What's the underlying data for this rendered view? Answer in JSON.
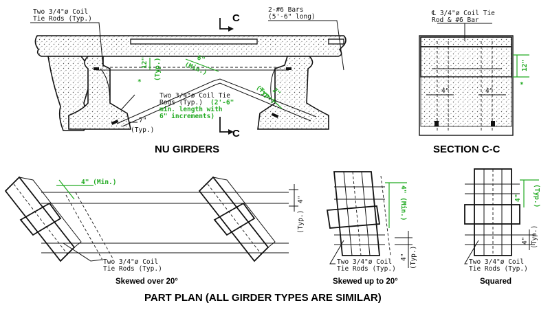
{
  "nu_girders": {
    "title": "NU GIRDERS",
    "note_rods": [
      "Two 3/4\"ø Coil",
      "Tie Rods (Typ.)"
    ],
    "note_bars": [
      "2-#6 Bars",
      "(5'-6\" long)"
    ],
    "note_mid_black": [
      "Two 3/4\"ø Coil Tie",
      "Rods (Typ.)"
    ],
    "note_mid_green": [
      "(2'-6\"",
      "min. length with",
      "6\" increments)"
    ],
    "dim_12": "12\"",
    "dim_typ": "(Typ.)",
    "dim_6": "6\"",
    "dim_min": "(Min.)",
    "dim_2": "2\"",
    "dim_typ2": "(Typ.)",
    "dim_7": "7\"",
    "dim_7_typ": "(Typ.)",
    "asterisk": "*",
    "cut_top": "C",
    "cut_bottom": "C"
  },
  "section_cc": {
    "title": "SECTION C-C",
    "note": [
      "℄ 3/4\"ø Coil Tie",
      "Rod & #6 Bar"
    ],
    "dim_12": "12\"",
    "asterisk": "*",
    "dim_4a": "4\"",
    "dim_4b": "4\""
  },
  "plan_skew20": {
    "subtitle": "Skewed over 20°",
    "dim_4min": "4\" (Min.)",
    "note": [
      "Two 3/4\"ø Coil",
      "Tie Rods (Typ.)"
    ],
    "dim_4": "4\"",
    "dim_typ": "(Typ.)"
  },
  "plan_skewup": {
    "subtitle": "Skewed up to 20°",
    "dim_4min": "4\" (Min.)",
    "note": [
      "Two 3/4\"ø Coil",
      "Tie Rods (Typ.)"
    ],
    "dim_4": "4\"",
    "dim_typ": "(Typ.)"
  },
  "plan_squared": {
    "subtitle": "Squared",
    "dim_4": "4\"",
    "dim_typ": "(Typ.)",
    "note": [
      "Two 3/4\"ø Coil",
      "Tie Rods (Typ.)"
    ],
    "dim_4b": "4\"",
    "dim_typb": "(Typ.)"
  },
  "footer": {
    "title": "PART PLAN (ALL GIRDER TYPES ARE SIMILAR)"
  },
  "colors": {
    "ink": "#111111",
    "dimension_green": "#22aa22"
  }
}
